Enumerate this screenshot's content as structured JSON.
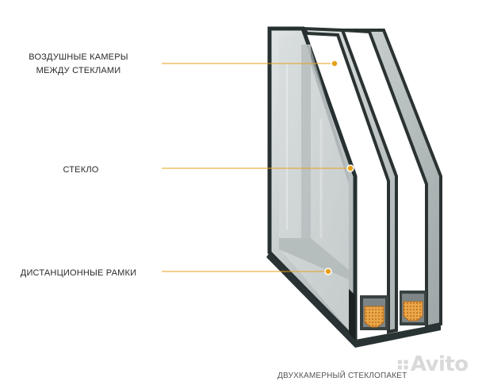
{
  "labels": {
    "air_chambers_line1": "ВОЗДУШНЫЕ КАМЕРЫ",
    "air_chambers_line2": "МЕЖДУ СТЕКЛАМИ",
    "glass": "СТЕКЛО",
    "spacer_frames": "ДИСТАНЦИОННЫЕ РАМКИ"
  },
  "caption": "ДВУХКАМЕРНЫЙ СТЕКЛОПАКЕТ",
  "watermark": "Avito",
  "colors": {
    "leader_line": "#e6a21a",
    "frame": "#2d3535",
    "glass": "#c9cecf",
    "desiccant": "#e9a84a"
  }
}
